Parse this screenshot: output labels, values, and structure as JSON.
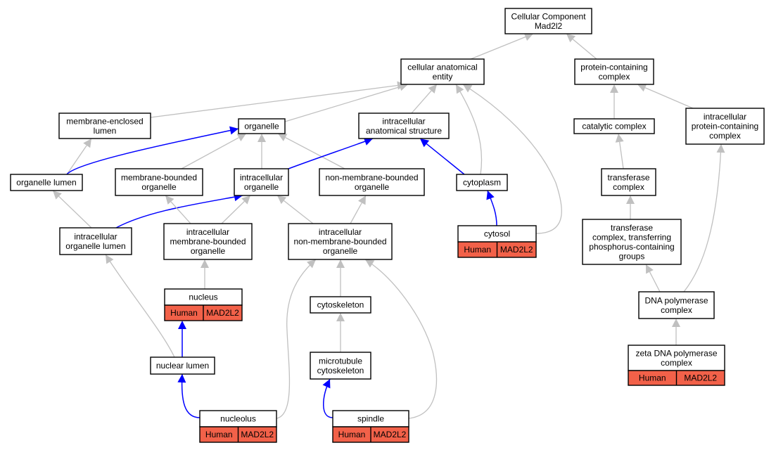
{
  "nodes": {
    "cellular_component": {
      "lines": [
        "Cellular Component",
        "Mad2l2"
      ]
    },
    "cellular_anatomical_entity": {
      "lines": [
        "cellular anatomical",
        "entity"
      ]
    },
    "protein_containing_complex": {
      "lines": [
        "protein-containing",
        "complex"
      ]
    },
    "membrane_enclosed_lumen": {
      "lines": [
        "membrane-enclosed",
        "lumen"
      ]
    },
    "organelle": {
      "lines": [
        "organelle"
      ]
    },
    "intracellular_anatomical_structure": {
      "lines": [
        "intracellular",
        "anatomical structure"
      ]
    },
    "catalytic_complex": {
      "lines": [
        "catalytic complex"
      ]
    },
    "intracellular_protein_containing_complex": {
      "lines": [
        "intracellular",
        "protein-containing",
        "complex"
      ]
    },
    "organelle_lumen": {
      "lines": [
        "organelle lumen"
      ]
    },
    "membrane_bounded_organelle": {
      "lines": [
        "membrane-bounded",
        "organelle"
      ]
    },
    "intracellular_organelle": {
      "lines": [
        "intracellular",
        "organelle"
      ]
    },
    "non_membrane_bounded_organelle": {
      "lines": [
        "non-membrane-bounded",
        "organelle"
      ]
    },
    "cytoplasm": {
      "lines": [
        "cytoplasm"
      ]
    },
    "transferase_complex": {
      "lines": [
        "transferase",
        "complex"
      ]
    },
    "intracellular_organelle_lumen": {
      "lines": [
        "intracellular",
        "organelle lumen"
      ]
    },
    "intracellular_membrane_bounded_organelle": {
      "lines": [
        "intracellular",
        "membrane-bounded",
        "organelle"
      ]
    },
    "intracellular_non_membrane_bounded_organelle": {
      "lines": [
        "intracellular",
        "non-membrane-bounded",
        "organelle"
      ]
    },
    "cytosol": {
      "lines": [
        "cytosol"
      ],
      "annotation": [
        "Human",
        "MAD2L2"
      ]
    },
    "transferase_complex_phosphorus": {
      "lines": [
        "transferase",
        "complex, transferring",
        "phosphorus-containing",
        "groups"
      ]
    },
    "nucleus": {
      "lines": [
        "nucleus"
      ],
      "annotation": [
        "Human",
        "MAD2L2"
      ]
    },
    "dna_polymerase_complex": {
      "lines": [
        "DNA polymerase",
        "complex"
      ]
    },
    "cytoskeleton": {
      "lines": [
        "cytoskeleton"
      ]
    },
    "nuclear_lumen": {
      "lines": [
        "nuclear lumen"
      ]
    },
    "microtubule_cytoskeleton": {
      "lines": [
        "microtubule",
        "cytoskeleton"
      ]
    },
    "zeta_dna_polymerase_complex": {
      "lines": [
        "zeta DNA polymerase",
        "complex"
      ],
      "annotation": [
        "Human",
        "MAD2L2"
      ]
    },
    "nucleolus": {
      "lines": [
        "nucleolus"
      ],
      "annotation": [
        "Human",
        "MAD2L2"
      ]
    },
    "spindle": {
      "lines": [
        "spindle"
      ],
      "annotation": [
        "Human",
        "MAD2L2"
      ]
    }
  },
  "edges": [
    {
      "from": "cellular_anatomical_entity",
      "to": "cellular_component",
      "relation": "is_a"
    },
    {
      "from": "protein_containing_complex",
      "to": "cellular_component",
      "relation": "is_a"
    },
    {
      "from": "membrane_enclosed_lumen",
      "to": "cellular_anatomical_entity",
      "relation": "is_a"
    },
    {
      "from": "organelle",
      "to": "cellular_anatomical_entity",
      "relation": "is_a"
    },
    {
      "from": "intracellular_anatomical_structure",
      "to": "cellular_anatomical_entity",
      "relation": "is_a"
    },
    {
      "from": "cytoplasm",
      "to": "cellular_anatomical_entity",
      "relation": "is_a"
    },
    {
      "from": "cytosol",
      "to": "cellular_anatomical_entity",
      "relation": "is_a"
    },
    {
      "from": "catalytic_complex",
      "to": "protein_containing_complex",
      "relation": "is_a"
    },
    {
      "from": "intracellular_protein_containing_complex",
      "to": "protein_containing_complex",
      "relation": "is_a"
    },
    {
      "from": "organelle_lumen",
      "to": "membrane_enclosed_lumen",
      "relation": "is_a"
    },
    {
      "from": "organelle_lumen",
      "to": "organelle",
      "relation": "part_of"
    },
    {
      "from": "membrane_bounded_organelle",
      "to": "organelle",
      "relation": "is_a"
    },
    {
      "from": "intracellular_organelle",
      "to": "organelle",
      "relation": "is_a"
    },
    {
      "from": "non_membrane_bounded_organelle",
      "to": "organelle",
      "relation": "is_a"
    },
    {
      "from": "intracellular_organelle",
      "to": "intracellular_anatomical_structure",
      "relation": "part_of"
    },
    {
      "from": "cytoplasm",
      "to": "intracellular_anatomical_structure",
      "relation": "part_of"
    },
    {
      "from": "transferase_complex",
      "to": "catalytic_complex",
      "relation": "is_a"
    },
    {
      "from": "intracellular_organelle_lumen",
      "to": "organelle_lumen",
      "relation": "is_a"
    },
    {
      "from": "intracellular_organelle_lumen",
      "to": "intracellular_organelle",
      "relation": "part_of"
    },
    {
      "from": "intracellular_membrane_bounded_organelle",
      "to": "membrane_bounded_organelle",
      "relation": "is_a"
    },
    {
      "from": "intracellular_membrane_bounded_organelle",
      "to": "intracellular_organelle",
      "relation": "is_a"
    },
    {
      "from": "intracellular_non_membrane_bounded_organelle",
      "to": "intracellular_organelle",
      "relation": "is_a"
    },
    {
      "from": "intracellular_non_membrane_bounded_organelle",
      "to": "non_membrane_bounded_organelle",
      "relation": "is_a"
    },
    {
      "from": "cytosol",
      "to": "cytoplasm",
      "relation": "part_of"
    },
    {
      "from": "transferase_complex_phosphorus",
      "to": "transferase_complex",
      "relation": "is_a"
    },
    {
      "from": "nucleus",
      "to": "intracellular_membrane_bounded_organelle",
      "relation": "is_a"
    },
    {
      "from": "dna_polymerase_complex",
      "to": "transferase_complex_phosphorus",
      "relation": "is_a"
    },
    {
      "from": "dna_polymerase_complex",
      "to": "intracellular_protein_containing_complex",
      "relation": "is_a"
    },
    {
      "from": "cytoskeleton",
      "to": "intracellular_non_membrane_bounded_organelle",
      "relation": "is_a"
    },
    {
      "from": "nuclear_lumen",
      "to": "intracellular_organelle_lumen",
      "relation": "is_a"
    },
    {
      "from": "nuclear_lumen",
      "to": "nucleus",
      "relation": "part_of"
    },
    {
      "from": "microtubule_cytoskeleton",
      "to": "cytoskeleton",
      "relation": "is_a"
    },
    {
      "from": "zeta_dna_polymerase_complex",
      "to": "dna_polymerase_complex",
      "relation": "is_a"
    },
    {
      "from": "nucleolus",
      "to": "nuclear_lumen",
      "relation": "part_of"
    },
    {
      "from": "nucleolus",
      "to": "intracellular_non_membrane_bounded_organelle",
      "relation": "is_a"
    },
    {
      "from": "spindle",
      "to": "microtubule_cytoskeleton",
      "relation": "part_of"
    },
    {
      "from": "spindle",
      "to": "intracellular_non_membrane_bounded_organelle",
      "relation": "is_a"
    }
  ],
  "colors": {
    "is_a_edge": "#c0c0c0",
    "part_of_edge": "#0000ff",
    "annotation_fill": "#f26149",
    "node_fill": "#ffffff",
    "node_border": "#000000"
  }
}
